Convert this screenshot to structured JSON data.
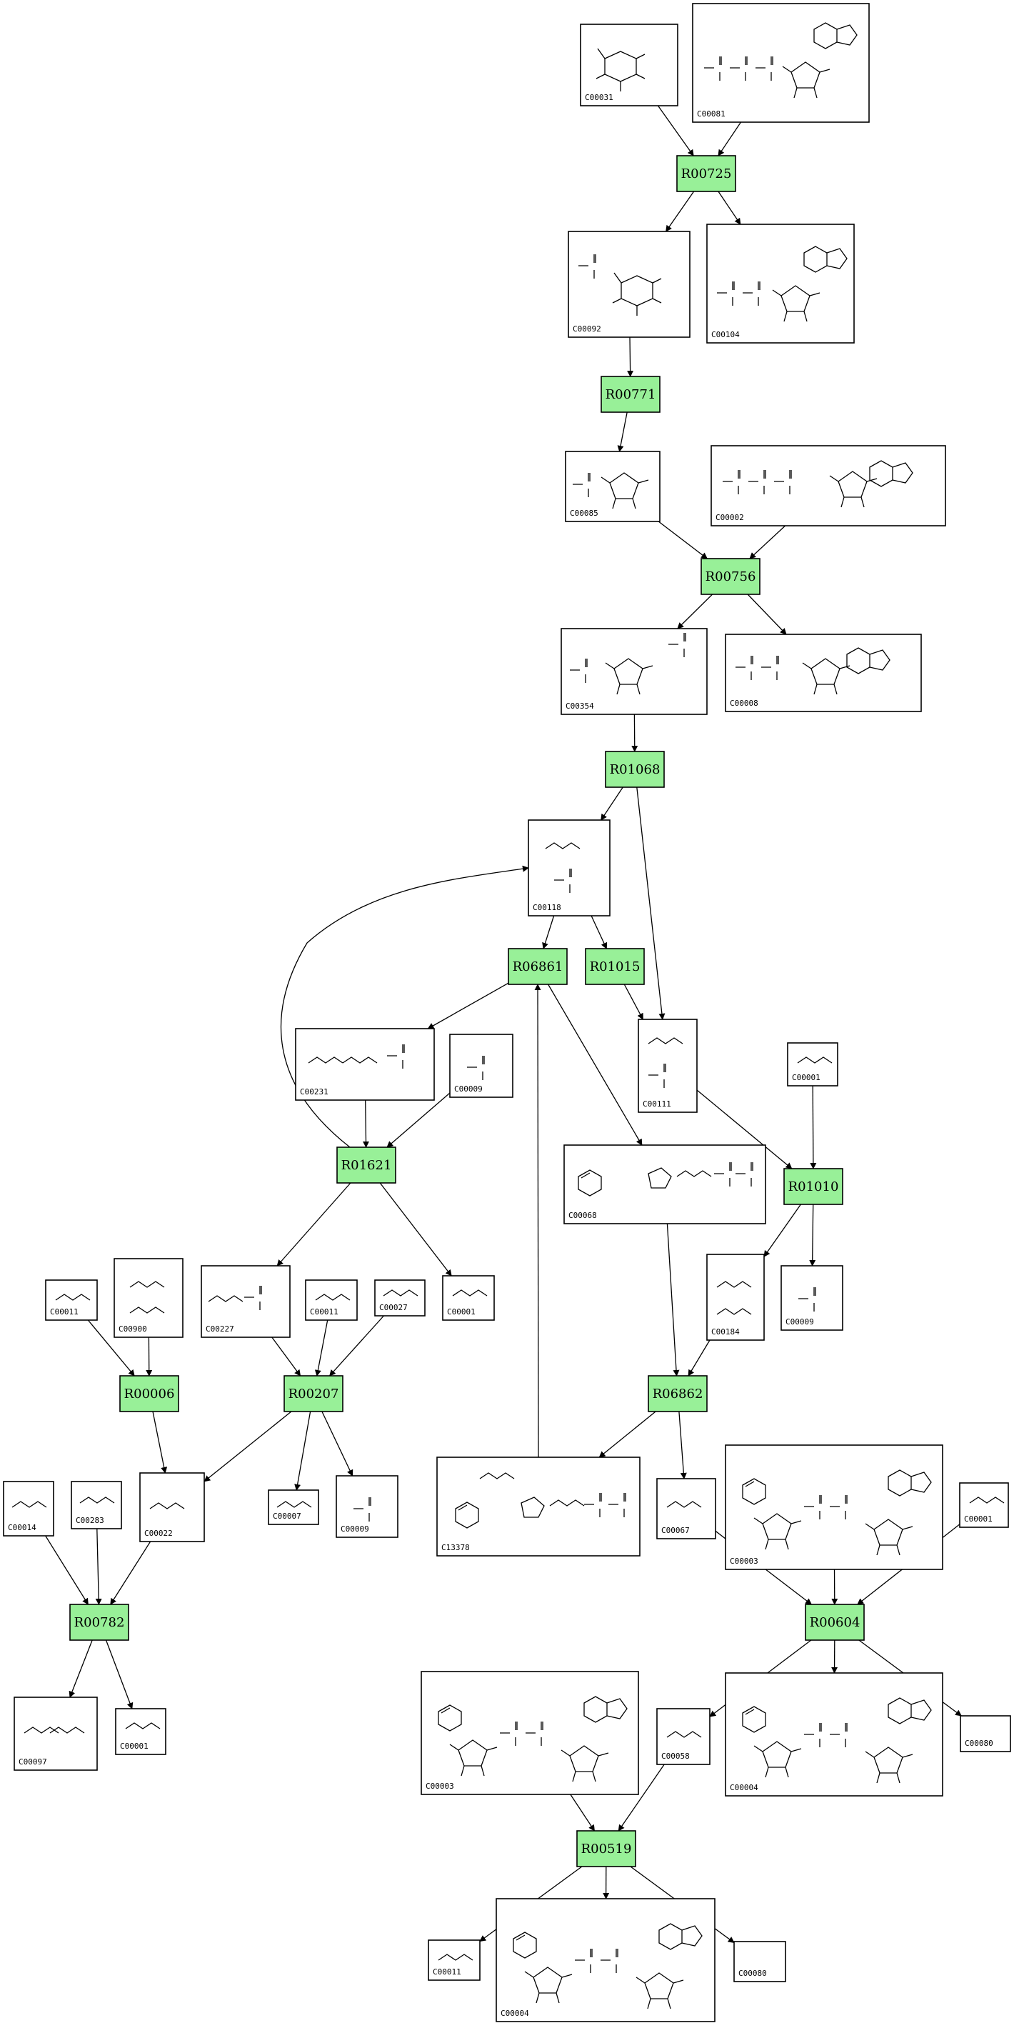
{
  "diagram": {
    "type": "metabolic-pathway",
    "colors": {
      "reaction_fill": "#98f098",
      "compound_fill": "#ffffff",
      "stroke": "#000000"
    },
    "reactions": [
      {
        "id": "R00725",
        "label": "R00725"
      },
      {
        "id": "R00771",
        "label": "R00771"
      },
      {
        "id": "R00756",
        "label": "R00756"
      },
      {
        "id": "R01068",
        "label": "R01068"
      },
      {
        "id": "R06861",
        "label": "R06861"
      },
      {
        "id": "R01015",
        "label": "R01015"
      },
      {
        "id": "R01621",
        "label": "R01621"
      },
      {
        "id": "R01010",
        "label": "R01010"
      },
      {
        "id": "R00006",
        "label": "R00006"
      },
      {
        "id": "R00207",
        "label": "R00207"
      },
      {
        "id": "R06862",
        "label": "R06862"
      },
      {
        "id": "R00782",
        "label": "R00782"
      },
      {
        "id": "R00604",
        "label": "R00604"
      },
      {
        "id": "R00519",
        "label": "R00519"
      }
    ],
    "compounds": [
      {
        "id": "c31",
        "code": "C00031",
        "structure": "glucose"
      },
      {
        "id": "c81",
        "code": "C00081",
        "structure": "ITP"
      },
      {
        "id": "c92",
        "code": "C00092",
        "structure": "glucose-6-phosphate"
      },
      {
        "id": "c104",
        "code": "C00104",
        "structure": "IDP"
      },
      {
        "id": "c85",
        "code": "C00085",
        "structure": "fructose-6-phosphate"
      },
      {
        "id": "c2",
        "code": "C00002",
        "structure": "ATP"
      },
      {
        "id": "c354",
        "code": "C00354",
        "structure": "fructose-1,6-bisphosphate"
      },
      {
        "id": "c8",
        "code": "C00008",
        "structure": "ADP"
      },
      {
        "id": "c118",
        "code": "C00118",
        "structure": "glyceraldehyde-3-phosphate"
      },
      {
        "id": "c231",
        "code": "C00231",
        "structure": "xylulose-5-phosphate"
      },
      {
        "id": "c9a",
        "code": "C00009",
        "structure": "phosphate"
      },
      {
        "id": "c111",
        "code": "C00111",
        "structure": "glycerone phosphate"
      },
      {
        "id": "c1a",
        "code": "C00001",
        "structure": "water"
      },
      {
        "id": "c68",
        "code": "C00068",
        "structure": "thiamin diphosphate"
      },
      {
        "id": "c11a",
        "code": "C00011",
        "structure": "CO2"
      },
      {
        "id": "c900",
        "code": "C00900",
        "structure": "2-acetolactate"
      },
      {
        "id": "c227",
        "code": "C00227",
        "structure": "acetyl phosphate"
      },
      {
        "id": "c11b",
        "code": "C00011",
        "structure": "CO2"
      },
      {
        "id": "c27",
        "code": "C00027",
        "structure": "hydrogen peroxide"
      },
      {
        "id": "c1b",
        "code": "C00001",
        "structure": "water"
      },
      {
        "id": "c184",
        "code": "C00184",
        "structure": "glycerone"
      },
      {
        "id": "c9b",
        "code": "C00009",
        "structure": "phosphate"
      },
      {
        "id": "c14",
        "code": "C00014",
        "structure": "ammonia"
      },
      {
        "id": "c283",
        "code": "C00283",
        "structure": "hydrogen sulfide"
      },
      {
        "id": "c22",
        "code": "C00022",
        "structure": "pyruvate"
      },
      {
        "id": "c7",
        "code": "C00007",
        "structure": "oxygen"
      },
      {
        "id": "c9c",
        "code": "C00009",
        "structure": "phosphate"
      },
      {
        "id": "c13378",
        "code": "C13378",
        "structure": "glycolaldehyde-ThPP"
      },
      {
        "id": "c67",
        "code": "C00067",
        "structure": "formaldehyde"
      },
      {
        "id": "c3a",
        "code": "C00003",
        "structure": "NAD+"
      },
      {
        "id": "c1c",
        "code": "C00001",
        "structure": "water"
      },
      {
        "id": "c97",
        "code": "C00097",
        "structure": "cysteine"
      },
      {
        "id": "c1d",
        "code": "C00001",
        "structure": "water"
      },
      {
        "id": "c3b",
        "code": "C00003",
        "structure": "NAD+"
      },
      {
        "id": "c58",
        "code": "C00058",
        "structure": "formate"
      },
      {
        "id": "c4a",
        "code": "C00004",
        "structure": "NADH"
      },
      {
        "id": "c80a",
        "code": "C00080",
        "structure": "proton"
      },
      {
        "id": "c11c",
        "code": "C00011",
        "structure": "CO2"
      },
      {
        "id": "c4b",
        "code": "C00004",
        "structure": "NADH"
      },
      {
        "id": "c80b",
        "code": "C00080",
        "structure": "proton"
      }
    ],
    "edges": [
      [
        "c31",
        "R00725"
      ],
      [
        "c81",
        "R00725"
      ],
      [
        "R00725",
        "c92"
      ],
      [
        "R00725",
        "c104"
      ],
      [
        "c92",
        "R00771"
      ],
      [
        "R00771",
        "c85"
      ],
      [
        "c85",
        "R00756"
      ],
      [
        "c2",
        "R00756"
      ],
      [
        "R00756",
        "c354"
      ],
      [
        "R00756",
        "c8"
      ],
      [
        "c354",
        "R01068"
      ],
      [
        "R01068",
        "c118"
      ],
      [
        "R01068",
        "c111"
      ],
      [
        "c118",
        "R06861"
      ],
      [
        "c118",
        "R01015"
      ],
      [
        "R01015",
        "c111"
      ],
      [
        "R06861",
        "c231"
      ],
      [
        "R06861",
        "c68"
      ],
      [
        "c231",
        "R01621"
      ],
      [
        "c9a",
        "R01621"
      ],
      [
        "R01621",
        "c118"
      ],
      [
        "R01621",
        "c227"
      ],
      [
        "R01621",
        "c1b"
      ],
      [
        "c111",
        "R01010"
      ],
      [
        "c1a",
        "R01010"
      ],
      [
        "R01010",
        "c184"
      ],
      [
        "R01010",
        "c9b"
      ],
      [
        "c11a",
        "R00006"
      ],
      [
        "c900",
        "R00006"
      ],
      [
        "R00006",
        "c22"
      ],
      [
        "c227",
        "R00207"
      ],
      [
        "c11b",
        "R00207"
      ],
      [
        "c27",
        "R00207"
      ],
      [
        "R00207",
        "c22"
      ],
      [
        "R00207",
        "c7"
      ],
      [
        "R00207",
        "c9c"
      ],
      [
        "c68",
        "R06862"
      ],
      [
        "c184",
        "R06862"
      ],
      [
        "R06862",
        "c13378"
      ],
      [
        "R06862",
        "c67"
      ],
      [
        "c13378",
        "R06861"
      ],
      [
        "c14",
        "R00782"
      ],
      [
        "c283",
        "R00782"
      ],
      [
        "c22",
        "R00782"
      ],
      [
        "R00782",
        "c97"
      ],
      [
        "R00782",
        "c1d"
      ],
      [
        "c67",
        "R00604"
      ],
      [
        "c3a",
        "R00604"
      ],
      [
        "c1c",
        "R00604"
      ],
      [
        "R00604",
        "c58"
      ],
      [
        "R00604",
        "c4a"
      ],
      [
        "R00604",
        "c80a"
      ],
      [
        "c3b",
        "R00519"
      ],
      [
        "c58",
        "R00519"
      ],
      [
        "R00519",
        "c11c"
      ],
      [
        "R00519",
        "c4b"
      ],
      [
        "R00519",
        "c80b"
      ]
    ]
  }
}
